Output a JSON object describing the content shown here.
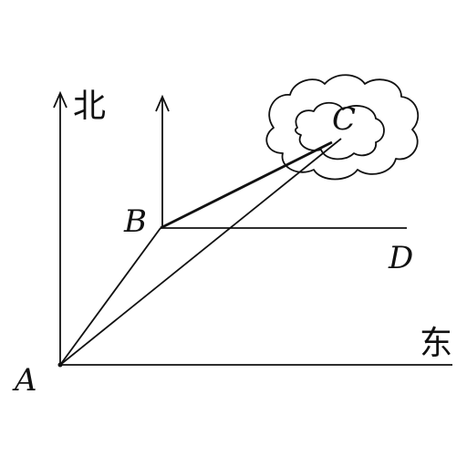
{
  "diagram": {
    "labels": {
      "north": "北",
      "east": "东",
      "A": "A",
      "B": "B",
      "C": "C",
      "D": "D"
    },
    "icons": {
      "cloud": "cloud-icon"
    },
    "colors": {
      "ink": "#111111",
      "background": "#ffffff"
    }
  }
}
